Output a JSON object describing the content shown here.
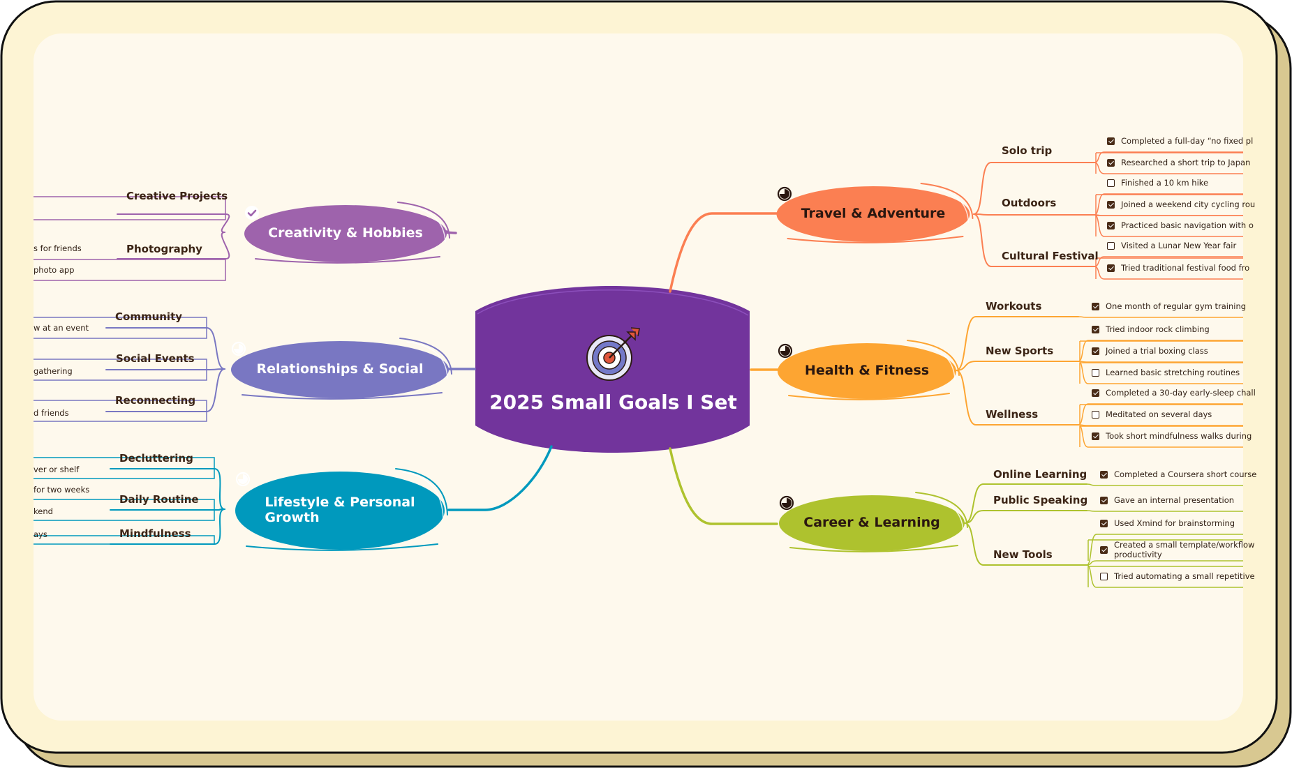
{
  "center": {
    "title": "2025 Small Goals I Set"
  },
  "branches": [
    {
      "id": "creativity",
      "title": "Creativity & Hobbies",
      "color": "#9e63ac",
      "icon": "check",
      "subs": [
        {
          "label": "Creative Projects",
          "items": []
        },
        {
          "label": "Photography",
          "items": [
            {
              "text": "s for friends",
              "checked": null
            },
            {
              "text": "photo app",
              "checked": null
            }
          ]
        }
      ]
    },
    {
      "id": "relationships",
      "title": "Relationships & Social",
      "color": "#7977c2",
      "icon": "progress",
      "subs": [
        {
          "label": "Community",
          "items": [
            {
              "text": "w at an event",
              "checked": null
            }
          ]
        },
        {
          "label": "Social Events",
          "items": [
            {
              "text": "gathering",
              "checked": null
            }
          ]
        },
        {
          "label": "Reconnecting",
          "items": [
            {
              "text": "d friends",
              "checked": null
            }
          ]
        }
      ]
    },
    {
      "id": "lifestyle",
      "title": "Lifestyle & Personal Growth",
      "title_lines": [
        "Lifestyle & Personal",
        "Growth"
      ],
      "color": "#0099bd",
      "icon": "progress",
      "subs": [
        {
          "label": "Decluttering",
          "items": [
            {
              "text": "ver or shelf",
              "checked": null
            }
          ]
        },
        {
          "label": "Daily Routine",
          "items": [
            {
              "text": "for two weeks",
              "checked": null
            },
            {
              "text": "kend",
              "checked": null
            }
          ]
        },
        {
          "label": "Mindfulness",
          "items": [
            {
              "text": "ays",
              "checked": null
            }
          ]
        }
      ]
    },
    {
      "id": "travel",
      "title": "Travel & Adventure",
      "color": "#fb7f52",
      "icon": "progress",
      "subs": [
        {
          "label": "Solo trip",
          "items": [
            {
              "text": "Completed a full-day “no fixed pl",
              "checked": true
            },
            {
              "text": "Researched a short trip to Japan",
              "checked": true
            }
          ]
        },
        {
          "label": "Outdoors",
          "items": [
            {
              "text": "Finished a 10 km hike",
              "checked": false
            },
            {
              "text": "Joined a weekend city cycling rou",
              "checked": true
            },
            {
              "text": "Practiced basic navigation with o",
              "checked": true
            }
          ]
        },
        {
          "label": "Cultural Festival",
          "items": [
            {
              "text": "Visited a Lunar New Year fair",
              "checked": false
            },
            {
              "text": "Tried traditional festival food fro",
              "checked": true
            }
          ]
        }
      ]
    },
    {
      "id": "health",
      "title": "Health & Fitness",
      "color": "#fda532",
      "icon": "progress",
      "subs": [
        {
          "label": "Workouts",
          "items": [
            {
              "text": "One month of regular gym training",
              "checked": true
            }
          ]
        },
        {
          "label": "New Sports",
          "items": [
            {
              "text": "Tried indoor rock climbing",
              "checked": true
            },
            {
              "text": "Joined a trial boxing class",
              "checked": true
            },
            {
              "text": "Learned basic stretching routines",
              "checked": false
            }
          ]
        },
        {
          "label": "Wellness",
          "items": [
            {
              "text": "Completed a 30-day early-sleep chall",
              "checked": true
            },
            {
              "text": "Meditated on several days",
              "checked": false
            },
            {
              "text": "Took short mindfulness walks during",
              "checked": true
            }
          ]
        }
      ]
    },
    {
      "id": "career",
      "title": "Career & Learning",
      "color": "#aec22e",
      "icon": "progress",
      "subs": [
        {
          "label": "Online Learning",
          "items": [
            {
              "text": "Completed a Coursera short course",
              "checked": true
            }
          ]
        },
        {
          "label": "Public Speaking",
          "items": [
            {
              "text": "Gave an internal presentation",
              "checked": true
            }
          ]
        },
        {
          "label": "New Tools",
          "items": [
            {
              "text": "Used Xmind for brainstorming",
              "checked": true
            },
            {
              "text": "Created a small template/workflow productivity",
              "lines": [
                "Created a small template/workflow",
                "productivity"
              ],
              "checked": true
            },
            {
              "text": "Tried automating a small repetitive",
              "checked": false
            }
          ]
        }
      ]
    }
  ],
  "colors": {
    "frame": "#fdf4d4",
    "canvas": "#fef9ed",
    "frame_border": "#111111",
    "frame_shadow": "#d8c891",
    "center": "#72349c",
    "text": "#3b2415"
  },
  "icons": {
    "center": "target-icon",
    "check": "check-circle-icon",
    "progress": "progress-circle-icon"
  }
}
